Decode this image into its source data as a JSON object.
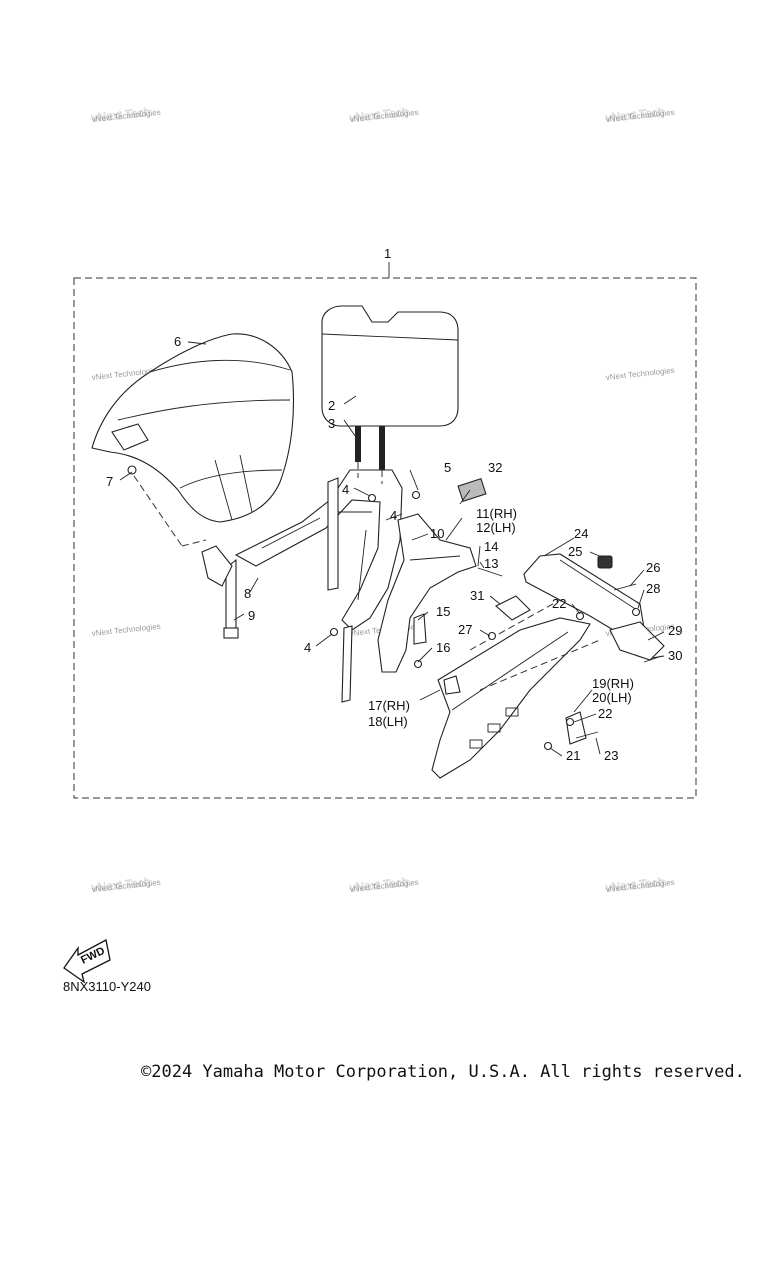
{
  "assembly_label": "1",
  "watermark_text": "vNext Technologies",
  "callouts": {
    "c2": "2",
    "c3": "3",
    "c4a": "4",
    "c4b": "4",
    "c4c": "4",
    "c5": "5",
    "c6": "6",
    "c7": "7",
    "c8": "8",
    "c9": "9",
    "c10": "10",
    "c11": "11(RH)",
    "c12": "12(LH)",
    "c13": "13",
    "c14": "14",
    "c15": "15",
    "c16": "16",
    "c17": "17(RH)",
    "c18": "18(LH)",
    "c19": "19(RH)",
    "c20": "20(LH)",
    "c21": "21",
    "c22a": "22",
    "c22b": "22",
    "c23": "23",
    "c24": "24",
    "c25": "25",
    "c26": "26",
    "c27": "27",
    "c28": "28",
    "c29": "29",
    "c30": "30",
    "c31": "31",
    "c32": "32"
  },
  "fwd_label": "FWD",
  "diagram_code": "8NX3110-Y240",
  "copyright": "©2024 Yamaha Motor Corporation, U.S.A. All rights reserved."
}
